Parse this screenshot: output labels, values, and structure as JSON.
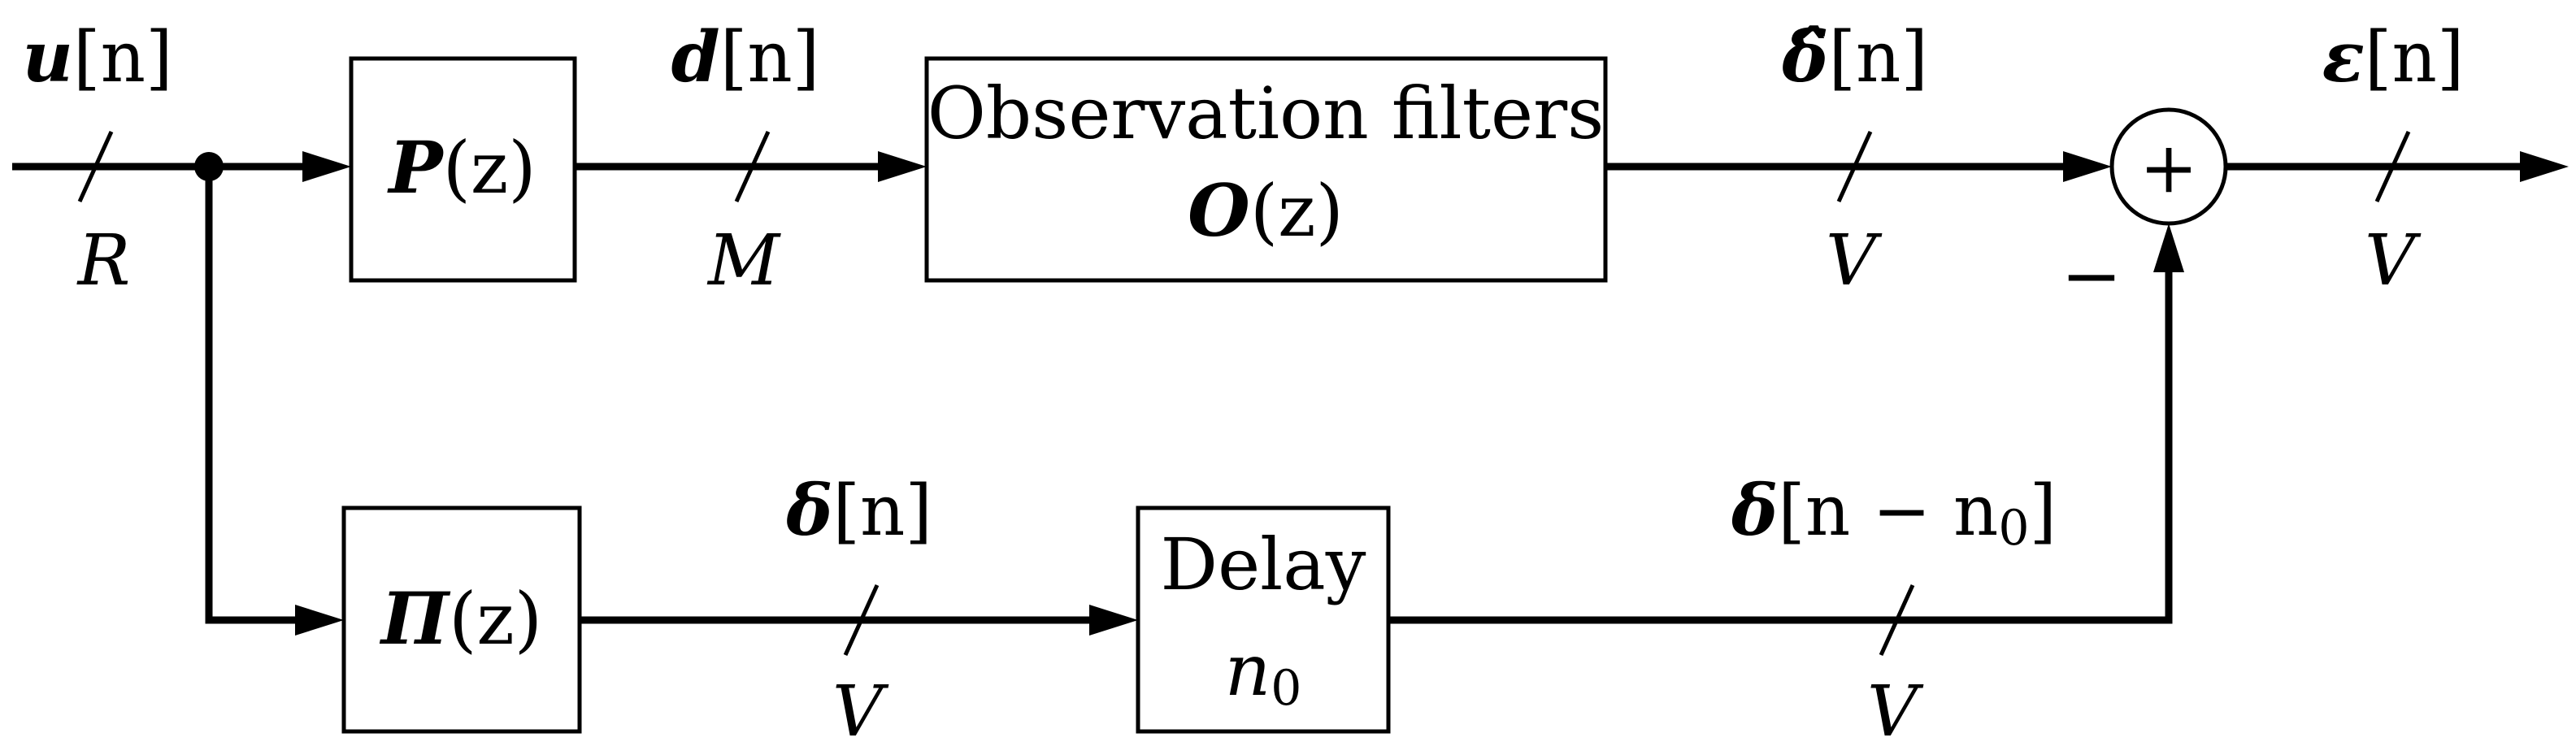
{
  "signals": {
    "u": {
      "sym": "u",
      "arg": "[n]"
    },
    "d": {
      "sym": "d",
      "arg": "[n]"
    },
    "delta_hat": {
      "sym": "δ̂",
      "arg": "[n]"
    },
    "eps": {
      "sym": "ε",
      "arg": "[n]"
    },
    "delta": {
      "sym": "δ",
      "arg": "[n]"
    },
    "delta_delayed": {
      "sym": "δ",
      "arg": "[n − n",
      "sub": "0",
      "close": "]"
    }
  },
  "dims": {
    "u": "R",
    "d": "M",
    "delta_hat": "V",
    "eps": "V",
    "delta": "V",
    "delta_delayed": "V"
  },
  "blocks": {
    "P": {
      "sym": "P",
      "arg": "(z)"
    },
    "Pi": {
      "sym": "Π",
      "arg": "(z)"
    },
    "obs": {
      "line1": "Observation filters",
      "sym": "O",
      "arg": "(z)"
    },
    "delay": {
      "line1": "Delay",
      "sym": "n",
      "sub": "0"
    }
  },
  "summer": {
    "symbol": "+",
    "minus": "−"
  }
}
